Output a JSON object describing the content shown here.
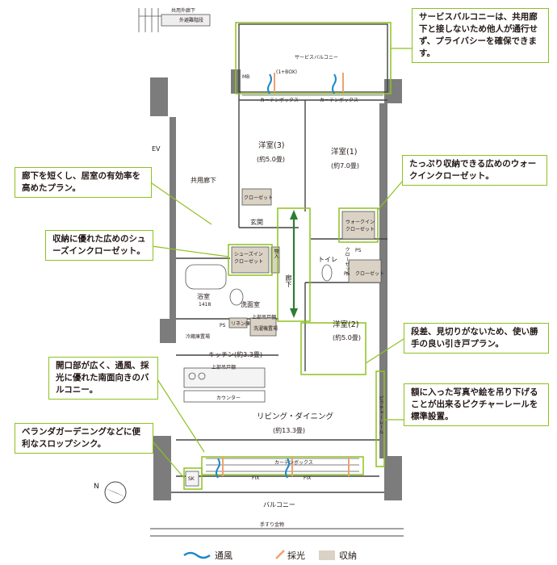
{
  "callouts": {
    "service_balcony": "サービスバルコニーは、共用廊下と接しないため他人が通行せず、プライバシーを確保できます。",
    "hallway": "廊下を短くし、居室の有効率を高めたプラン。",
    "walkin": "たっぷり収納できる広めのウォークインクローゼット。",
    "shoes": "収納に優れた広めのシューズインクローゼット。",
    "step": "段差、見切りがないため、使い勝手の良い引き戸プラン。",
    "balcony": "開口部が広く、通風、採光に優れた南面向きのバルコニー。",
    "picture_rail": "額に入った写真や絵を吊り下げることが出来るピクチャーレールを標準設置。",
    "sink": "ベランダガーデニングなどに便利なスロップシンク。"
  },
  "rooms": {
    "service_balcony": "サービスバルコニー",
    "mb": "MB",
    "ac": "(1+BOX)",
    "curtain_box_1": "カーテンボックス",
    "curtain_box_2": "カーテンボックス",
    "fire_route": "外避難階段",
    "top_label": "共用外廊下",
    "ev": "EV",
    "common_hall": "共用廊下",
    "western3": "洋室(3)",
    "western3_size": "(約5.0畳)",
    "western1": "洋室(1)",
    "western1_size": "(約7.0畳)",
    "closet": "クローゼット",
    "entrance": "玄関",
    "walkin": "ウォークイン\nクローゼット",
    "shoes_in": "シューズイン\nクローゼット",
    "storage": "物入",
    "corridor": "廊下",
    "toilet": "トイレ",
    "ps1": "PS",
    "ps2": "PS",
    "ps3": "PS",
    "closet2": "クローゼット",
    "closet3": "クローゼット",
    "bath": "浴室",
    "bath_size": "1418",
    "washroom": "洗面室",
    "linen": "リネン庫",
    "washer": "洗濯機置場",
    "washer_top": "上部吊戸棚",
    "western2": "洋室(2)",
    "western2_size": "(約5.0畳)",
    "fridge": "冷蔵庫置場",
    "kitchen": "キッチン(約3.3畳)",
    "kitchen_top": "上部吊戸棚",
    "counter": "カウンター",
    "rail": "ピクチャーレール",
    "living": "リビング・ダイニング",
    "living_size": "(約13.3畳)",
    "curtain_box_3": "カーテンボックス",
    "fix1": "FIX",
    "fix2": "FIX",
    "sk": "SK",
    "balcony": "バルコニー",
    "handrail": "手すり金物"
  },
  "compass": "N",
  "legend": {
    "airflow": "通風",
    "light": "採光",
    "storage": "収納"
  },
  "colors": {
    "callout_border": "#8dc21f",
    "arrow": "#2e7d32",
    "airflow": "#1e88c8",
    "light": "#f0a070",
    "storage": "#d9d2c5"
  }
}
